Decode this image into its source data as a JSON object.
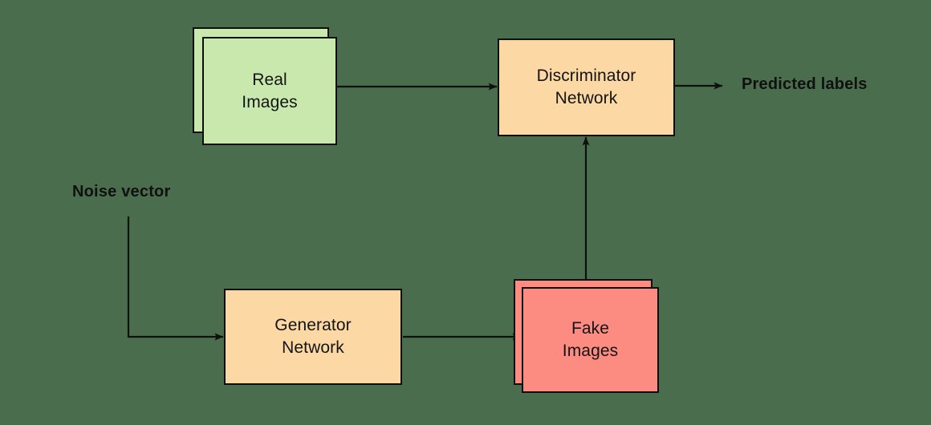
{
  "diagram": {
    "title": "GAN architecture flow diagram",
    "background_color": "#4a6e4d",
    "stroke_color": "#0f0f0f",
    "nodes": {
      "real_images": {
        "label": "Real\nImages",
        "fill": "#c9e8ae",
        "shape": "stacked-cards"
      },
      "discriminator": {
        "label": "Discriminator\nNetwork",
        "fill": "#fcd9a4",
        "shape": "rectangle"
      },
      "generator": {
        "label": "Generator\nNetwork",
        "fill": "#fcd9a4",
        "shape": "rectangle"
      },
      "fake_images": {
        "label": "Fake\nImages",
        "fill": "#fc8c82",
        "shape": "stacked-cards"
      }
    },
    "labels": {
      "noise_vector": "Noise vector",
      "predicted_labels": "Predicted labels"
    },
    "edges": [
      {
        "name": "real-to-discriminator",
        "from": "real_images",
        "to": "discriminator",
        "direction": "right"
      },
      {
        "name": "discriminator-to-predicted-labels",
        "from": "discriminator",
        "to": "predicted_labels",
        "direction": "right"
      },
      {
        "name": "noise-to-generator",
        "from": "noise_vector",
        "to": "generator",
        "direction": "down-right"
      },
      {
        "name": "generator-to-fake",
        "from": "generator",
        "to": "fake_images",
        "direction": "right"
      },
      {
        "name": "fake-to-discriminator",
        "from": "fake_images",
        "to": "discriminator",
        "direction": "up"
      }
    ]
  }
}
